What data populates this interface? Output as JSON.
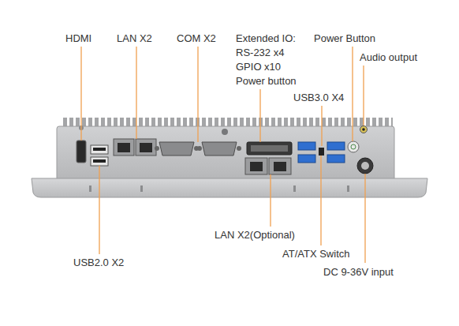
{
  "diagram": {
    "labels": [
      "HDMI",
      "LAN X2",
      "COM X2",
      "Extended IO:",
      "RS-232 x4",
      "GPIO x10",
      "Power button",
      "Power Button",
      "Audio output",
      "USB3.0 X4",
      "USB2.0 X2",
      "LAN X2(Optional)",
      "AT/ATX Switch",
      "DC 9-36V input"
    ]
  }
}
